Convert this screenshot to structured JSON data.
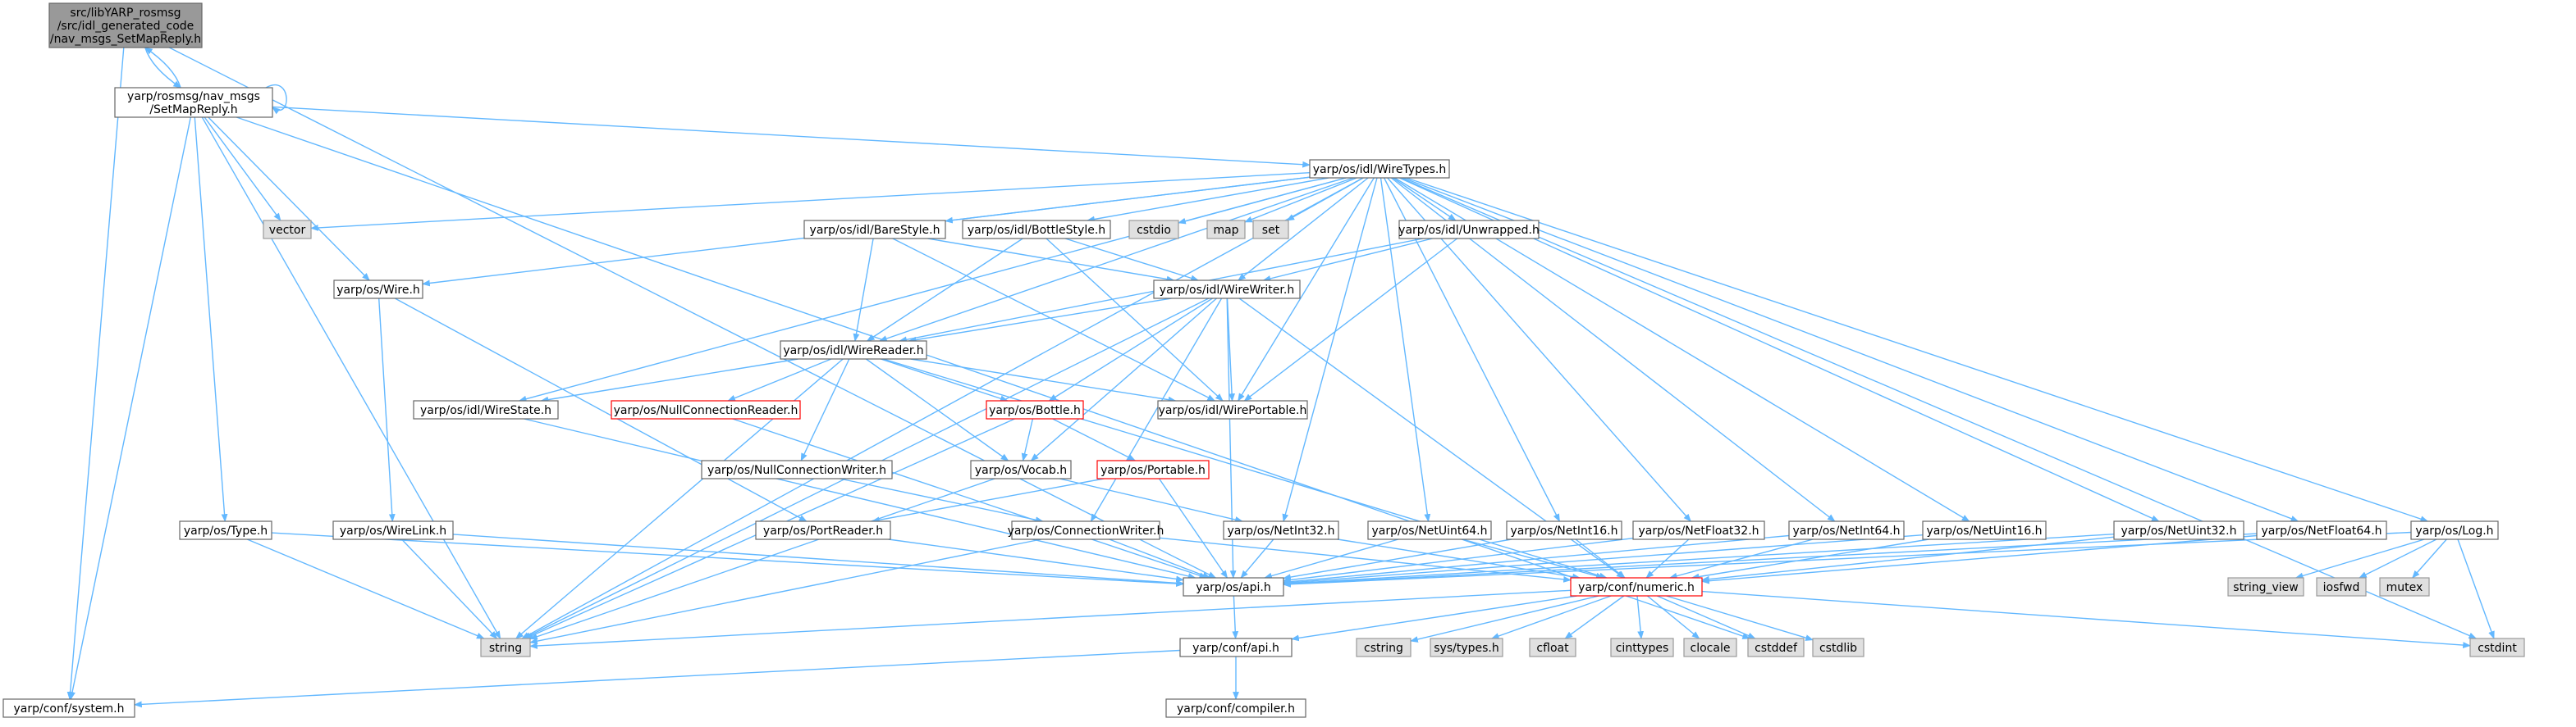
{
  "colors": {
    "edge": "#63b8ff",
    "node_border": "#666666",
    "node_fill": "#ffffff",
    "root_fill": "#999999",
    "system_fill": "#e0e0e0",
    "system_border": "#999999",
    "incomplete_border": "#ff0000"
  },
  "nodes": {
    "root": {
      "lines": [
        "src/libYARP_rosmsg",
        "/src/idl_generated_code",
        "/nav_msgs_SetMapReply.h"
      ],
      "style": "root"
    },
    "setmapreply": {
      "lines": [
        "yarp/rosmsg/nav_msgs",
        "/SetMapReply.h"
      ],
      "style": "normal"
    },
    "wiretypes": {
      "lines": [
        "yarp/os/idl/WireTypes.h"
      ],
      "style": "normal"
    },
    "vector": {
      "lines": [
        "vector"
      ],
      "style": "system"
    },
    "cstdio": {
      "lines": [
        "cstdio"
      ],
      "style": "system"
    },
    "map": {
      "lines": [
        "map"
      ],
      "style": "system"
    },
    "set": {
      "lines": [
        "set"
      ],
      "style": "system"
    },
    "barestyle": {
      "lines": [
        "yarp/os/idl/BareStyle.h"
      ],
      "style": "normal"
    },
    "bottlestyle": {
      "lines": [
        "yarp/os/idl/BottleStyle.h"
      ],
      "style": "normal"
    },
    "unwrapped": {
      "lines": [
        "yarp/os/idl/Unwrapped.h"
      ],
      "style": "normal"
    },
    "wire": {
      "lines": [
        "yarp/os/Wire.h"
      ],
      "style": "normal"
    },
    "wirewriter": {
      "lines": [
        "yarp/os/idl/WireWriter.h"
      ],
      "style": "normal"
    },
    "wirereader": {
      "lines": [
        "yarp/os/idl/WireReader.h"
      ],
      "style": "normal"
    },
    "wirestate": {
      "lines": [
        "yarp/os/idl/WireState.h"
      ],
      "style": "normal"
    },
    "nullconnreader": {
      "lines": [
        "yarp/os/NullConnectionReader.h"
      ],
      "style": "incomplete"
    },
    "bottle": {
      "lines": [
        "yarp/os/Bottle.h"
      ],
      "style": "incomplete"
    },
    "wireportable": {
      "lines": [
        "yarp/os/idl/WirePortable.h"
      ],
      "style": "normal"
    },
    "nullconnwriter": {
      "lines": [
        "yarp/os/NullConnectionWriter.h"
      ],
      "style": "normal"
    },
    "vocab": {
      "lines": [
        "yarp/os/Vocab.h"
      ],
      "style": "normal"
    },
    "portable": {
      "lines": [
        "yarp/os/Portable.h"
      ],
      "style": "incomplete"
    },
    "type": {
      "lines": [
        "yarp/os/Type.h"
      ],
      "style": "normal"
    },
    "wirelink": {
      "lines": [
        "yarp/os/WireLink.h"
      ],
      "style": "normal"
    },
    "portreader": {
      "lines": [
        "yarp/os/PortReader.h"
      ],
      "style": "normal"
    },
    "connwriter": {
      "lines": [
        "yarp/os/ConnectionWriter.h"
      ],
      "style": "normal"
    },
    "netint32": {
      "lines": [
        "yarp/os/NetInt32.h"
      ],
      "style": "normal"
    },
    "netuint64": {
      "lines": [
        "yarp/os/NetUint64.h"
      ],
      "style": "normal"
    },
    "netint16": {
      "lines": [
        "yarp/os/NetInt16.h"
      ],
      "style": "normal"
    },
    "netfloat32": {
      "lines": [
        "yarp/os/NetFloat32.h"
      ],
      "style": "normal"
    },
    "netint64": {
      "lines": [
        "yarp/os/NetInt64.h"
      ],
      "style": "normal"
    },
    "netuint16": {
      "lines": [
        "yarp/os/NetUint16.h"
      ],
      "style": "normal"
    },
    "netuint32": {
      "lines": [
        "yarp/os/NetUint32.h"
      ],
      "style": "normal"
    },
    "netfloat64": {
      "lines": [
        "yarp/os/NetFloat64.h"
      ],
      "style": "normal"
    },
    "log": {
      "lines": [
        "yarp/os/Log.h"
      ],
      "style": "normal"
    },
    "string_view": {
      "lines": [
        "string_view"
      ],
      "style": "system"
    },
    "iosfwd": {
      "lines": [
        "iosfwd"
      ],
      "style": "system"
    },
    "mutex": {
      "lines": [
        "mutex"
      ],
      "style": "system"
    },
    "osapi": {
      "lines": [
        "yarp/os/api.h"
      ],
      "style": "normal"
    },
    "numeric": {
      "lines": [
        "yarp/conf/numeric.h"
      ],
      "style": "incomplete"
    },
    "string": {
      "lines": [
        "string"
      ],
      "style": "system"
    },
    "confapi": {
      "lines": [
        "yarp/conf/api.h"
      ],
      "style": "normal"
    },
    "cstring": {
      "lines": [
        "cstring"
      ],
      "style": "system"
    },
    "systypes": {
      "lines": [
        "sys/types.h"
      ],
      "style": "system"
    },
    "cfloat": {
      "lines": [
        "cfloat"
      ],
      "style": "system"
    },
    "cinttypes": {
      "lines": [
        "cinttypes"
      ],
      "style": "system"
    },
    "clocale": {
      "lines": [
        "clocale"
      ],
      "style": "system"
    },
    "cstddef": {
      "lines": [
        "cstddef"
      ],
      "style": "system"
    },
    "cstdlib": {
      "lines": [
        "cstdlib"
      ],
      "style": "system"
    },
    "cstdint": {
      "lines": [
        "cstdint"
      ],
      "style": "system"
    },
    "system": {
      "lines": [
        "yarp/conf/system.h"
      ],
      "style": "normal"
    },
    "compiler": {
      "lines": [
        "yarp/conf/compiler.h"
      ],
      "style": "normal"
    }
  },
  "edges": [
    [
      "root",
      "setmapreply"
    ],
    [
      "root",
      "osapi"
    ],
    [
      "root",
      "system"
    ],
    [
      "setmapreply",
      "root"
    ],
    [
      "setmapreply",
      "setmapreply"
    ],
    [
      "setmapreply",
      "wiretypes"
    ],
    [
      "setmapreply",
      "vector"
    ],
    [
      "setmapreply",
      "wire"
    ],
    [
      "setmapreply",
      "type"
    ],
    [
      "setmapreply",
      "string"
    ],
    [
      "setmapreply",
      "system"
    ],
    [
      "setmapreply",
      "cstddef"
    ],
    [
      "wiretypes",
      "vector"
    ],
    [
      "wiretypes",
      "cstdio"
    ],
    [
      "wiretypes",
      "map"
    ],
    [
      "wiretypes",
      "set"
    ],
    [
      "wiretypes",
      "string"
    ],
    [
      "wiretypes",
      "barestyle"
    ],
    [
      "wiretypes",
      "bottlestyle"
    ],
    [
      "wiretypes",
      "unwrapped"
    ],
    [
      "wiretypes",
      "wire"
    ],
    [
      "wiretypes",
      "wirewriter"
    ],
    [
      "wiretypes",
      "wirereader"
    ],
    [
      "wiretypes",
      "wirestate"
    ],
    [
      "wiretypes",
      "wireportable"
    ],
    [
      "wiretypes",
      "netint32"
    ],
    [
      "wiretypes",
      "netuint64"
    ],
    [
      "wiretypes",
      "netint16"
    ],
    [
      "wiretypes",
      "netfloat32"
    ],
    [
      "wiretypes",
      "netint64"
    ],
    [
      "wiretypes",
      "netuint16"
    ],
    [
      "wiretypes",
      "netuint32"
    ],
    [
      "wiretypes",
      "netfloat64"
    ],
    [
      "wiretypes",
      "log"
    ],
    [
      "wiretypes",
      "cstdint"
    ],
    [
      "barestyle",
      "wirereader"
    ],
    [
      "barestyle",
      "wirewriter"
    ],
    [
      "barestyle",
      "wireportable"
    ],
    [
      "bottlestyle",
      "wirereader"
    ],
    [
      "bottlestyle",
      "wirewriter"
    ],
    [
      "bottlestyle",
      "wireportable"
    ],
    [
      "unwrapped",
      "wirereader"
    ],
    [
      "unwrapped",
      "wirewriter"
    ],
    [
      "unwrapped",
      "wireportable"
    ],
    [
      "wire",
      "wirelink"
    ],
    [
      "wire",
      "portreader"
    ],
    [
      "wirewriter",
      "wirereader"
    ],
    [
      "wirewriter",
      "wireportable"
    ],
    [
      "wirewriter",
      "bottle"
    ],
    [
      "wirewriter",
      "vocab"
    ],
    [
      "wirewriter",
      "connwriter"
    ],
    [
      "wirewriter",
      "osapi"
    ],
    [
      "wirewriter",
      "string"
    ],
    [
      "wirewriter",
      "numeric"
    ],
    [
      "wirereader",
      "wirestate"
    ],
    [
      "wirereader",
      "nullconnreader"
    ],
    [
      "wirereader",
      "bottle"
    ],
    [
      "wirereader",
      "wireportable"
    ],
    [
      "wirereader",
      "nullconnwriter"
    ],
    [
      "wirereader",
      "vocab"
    ],
    [
      "wirereader",
      "string"
    ],
    [
      "wirereader",
      "numeric"
    ],
    [
      "wirestate",
      "osapi"
    ],
    [
      "nullconnreader",
      "osapi"
    ],
    [
      "bottle",
      "portable"
    ],
    [
      "bottle",
      "vocab"
    ],
    [
      "bottle",
      "string"
    ],
    [
      "nullconnwriter",
      "connwriter"
    ],
    [
      "vocab",
      "netint32"
    ],
    [
      "vocab",
      "string"
    ],
    [
      "portable",
      "portreader"
    ],
    [
      "portable",
      "osapi"
    ],
    [
      "type",
      "osapi"
    ],
    [
      "type",
      "string"
    ],
    [
      "wirelink",
      "osapi"
    ],
    [
      "wirelink",
      "string"
    ],
    [
      "portreader",
      "osapi"
    ],
    [
      "connwriter",
      "osapi"
    ],
    [
      "connwriter",
      "numeric"
    ],
    [
      "connwriter",
      "string"
    ],
    [
      "netint32",
      "osapi"
    ],
    [
      "netint32",
      "numeric"
    ],
    [
      "netuint64",
      "osapi"
    ],
    [
      "netuint64",
      "numeric"
    ],
    [
      "netint16",
      "osapi"
    ],
    [
      "netint16",
      "numeric"
    ],
    [
      "netfloat32",
      "osapi"
    ],
    [
      "netfloat32",
      "numeric"
    ],
    [
      "netint64",
      "osapi"
    ],
    [
      "netint64",
      "numeric"
    ],
    [
      "netuint16",
      "osapi"
    ],
    [
      "netuint16",
      "numeric"
    ],
    [
      "netuint32",
      "osapi"
    ],
    [
      "netuint32",
      "numeric"
    ],
    [
      "netfloat64",
      "osapi"
    ],
    [
      "netfloat64",
      "numeric"
    ],
    [
      "log",
      "osapi"
    ],
    [
      "log",
      "string_view"
    ],
    [
      "log",
      "iosfwd"
    ],
    [
      "log",
      "mutex"
    ],
    [
      "log",
      "cstdint"
    ],
    [
      "osapi",
      "confapi"
    ],
    [
      "numeric",
      "confapi"
    ],
    [
      "numeric",
      "string"
    ],
    [
      "numeric",
      "cstring"
    ],
    [
      "numeric",
      "systypes"
    ],
    [
      "numeric",
      "cfloat"
    ],
    [
      "numeric",
      "cinttypes"
    ],
    [
      "numeric",
      "clocale"
    ],
    [
      "numeric",
      "cstddef"
    ],
    [
      "numeric",
      "cstdlib"
    ],
    [
      "numeric",
      "cstdint"
    ],
    [
      "confapi",
      "system"
    ],
    [
      "confapi",
      "compiler"
    ]
  ]
}
